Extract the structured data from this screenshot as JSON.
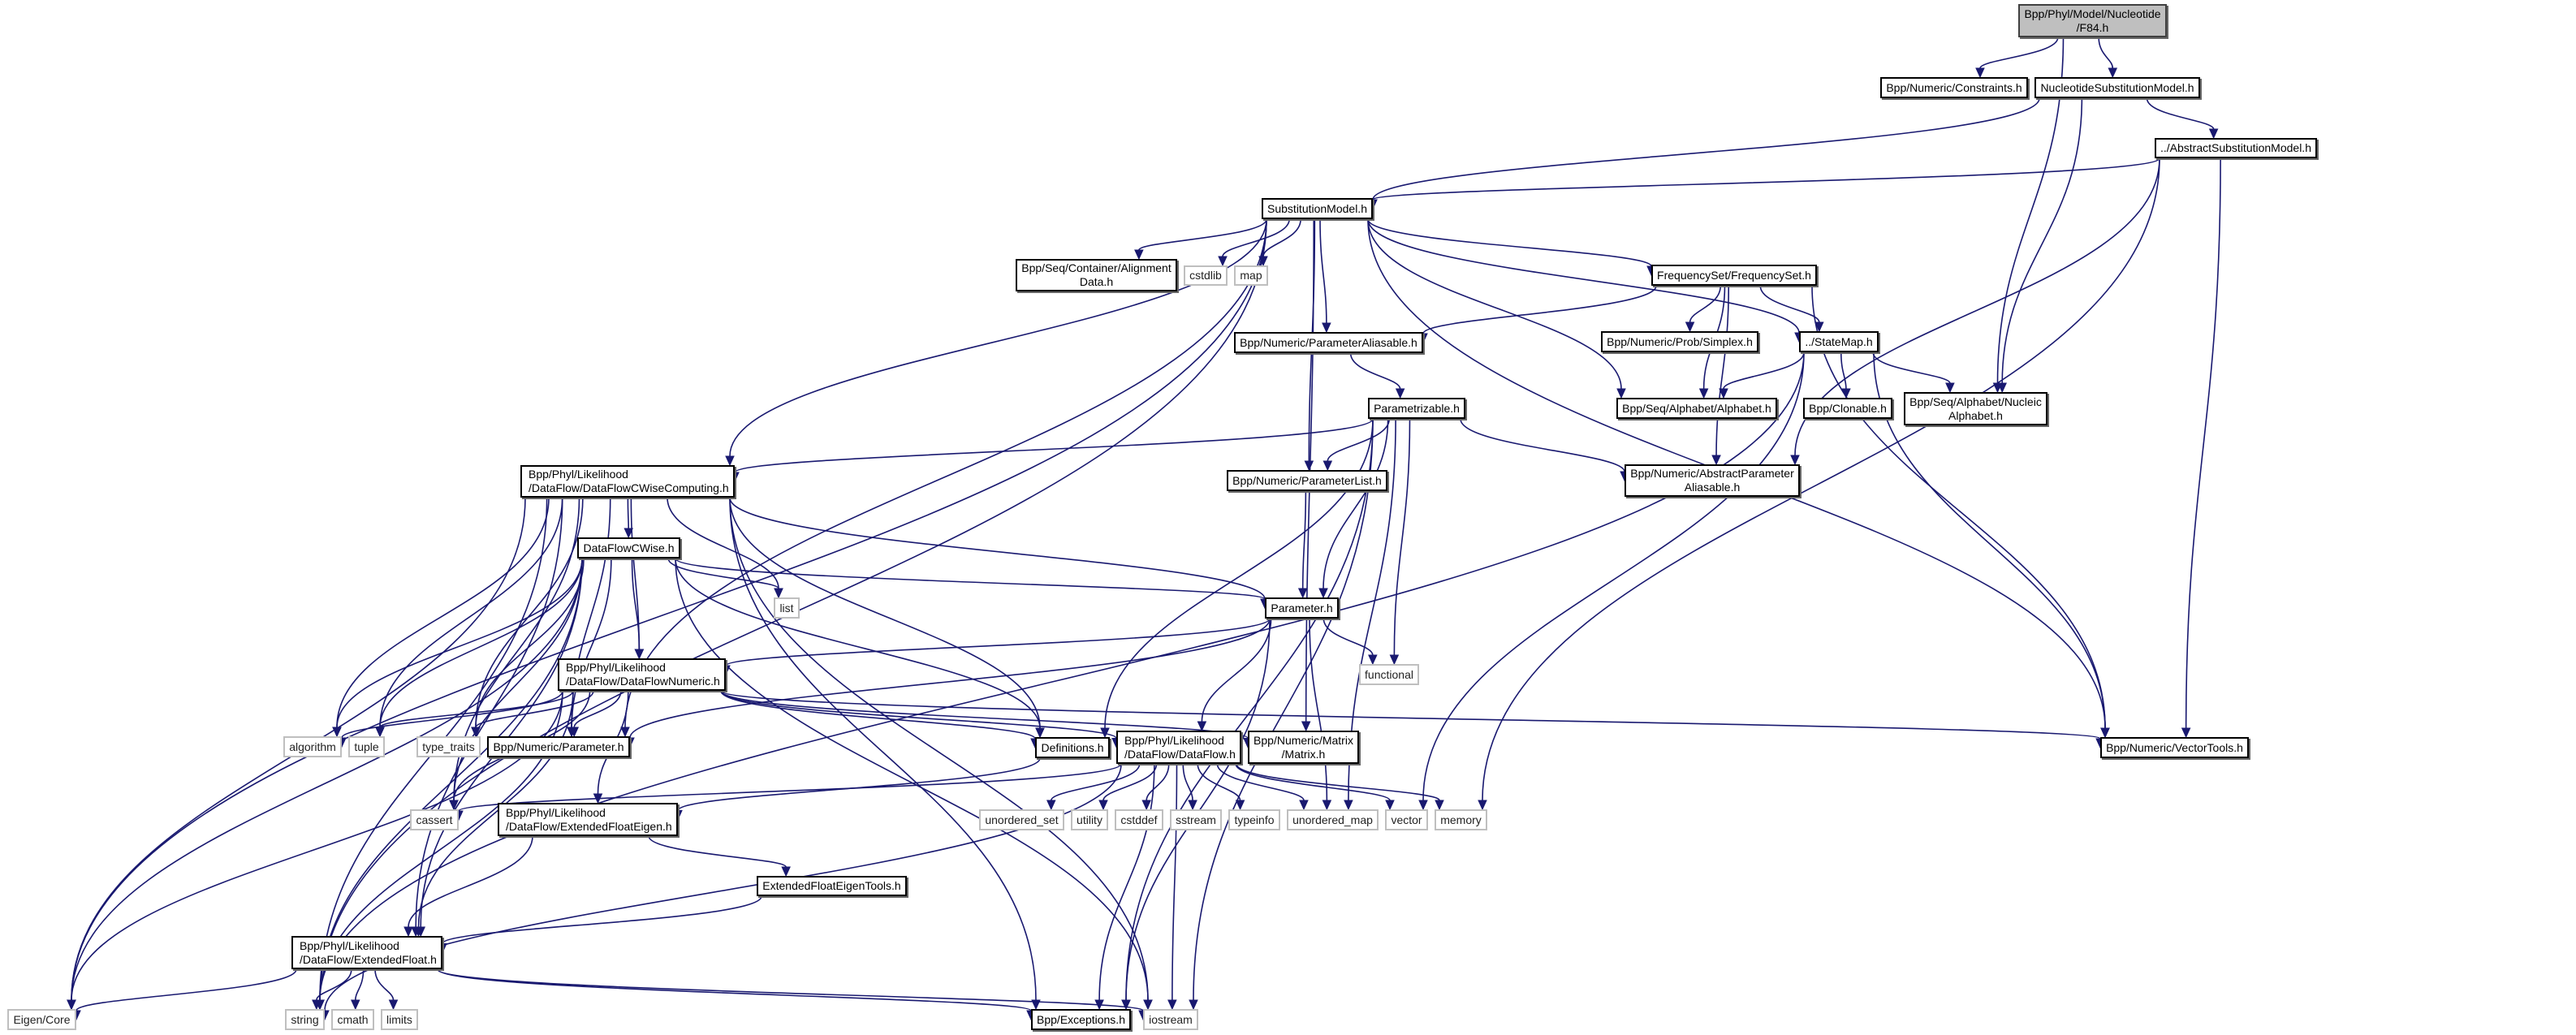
{
  "title": "Include dependency graph for F84.h",
  "colors": {
    "edge": "#191970",
    "root_fill": "#bfbfbf",
    "node_border": "#000000",
    "system_border": "#bfbfbf"
  },
  "nodes": [
    {
      "id": "f84",
      "label": "Bpp/Phyl/Model/Nucleotide\n/F84.h",
      "kind": "root"
    },
    {
      "id": "constraints",
      "label": "Bpp/Numeric/Constraints.h",
      "kind": "doc"
    },
    {
      "id": "nucsubmodel",
      "label": "NucleotideSubstitutionModel.h",
      "kind": "doc"
    },
    {
      "id": "abssubmodel",
      "label": "../AbstractSubstitutionModel.h",
      "kind": "doc"
    },
    {
      "id": "submodel",
      "label": "SubstitutionModel.h",
      "kind": "doc"
    },
    {
      "id": "aligndata",
      "label": "Bpp/Seq/Container/Alignment\nData.h",
      "kind": "doc"
    },
    {
      "id": "cstdlib",
      "label": "cstdlib",
      "kind": "sys"
    },
    {
      "id": "map",
      "label": "map",
      "kind": "sys"
    },
    {
      "id": "freqset",
      "label": "FrequencySet/FrequencySet.h",
      "kind": "doc"
    },
    {
      "id": "paramaliasable",
      "label": "Bpp/Numeric/ParameterAliasable.h",
      "kind": "doc"
    },
    {
      "id": "simplex",
      "label": "Bpp/Numeric/Prob/Simplex.h",
      "kind": "doc"
    },
    {
      "id": "statemap",
      "label": "../StateMap.h",
      "kind": "doc"
    },
    {
      "id": "alphabet",
      "label": "Bpp/Seq/Alphabet/Alphabet.h",
      "kind": "doc"
    },
    {
      "id": "clonable",
      "label": "Bpp/Clonable.h",
      "kind": "doc"
    },
    {
      "id": "nucalphabet",
      "label": "Bpp/Seq/Alphabet/Nucleic\nAlphabet.h",
      "kind": "doc"
    },
    {
      "id": "parametrizable",
      "label": "Parametrizable.h",
      "kind": "doc"
    },
    {
      "id": "cwisecomputing",
      "label": "Bpp/Phyl/Likelihood\n/DataFlow/DataFlowCWiseComputing.h",
      "kind": "doc-left"
    },
    {
      "id": "paramlist",
      "label": "Bpp/Numeric/ParameterList.h",
      "kind": "doc"
    },
    {
      "id": "absparamaliasable",
      "label": "Bpp/Numeric/AbstractParameter\nAliasable.h",
      "kind": "doc"
    },
    {
      "id": "dfcwise",
      "label": "DataFlowCWise.h",
      "kind": "doc"
    },
    {
      "id": "list",
      "label": "list",
      "kind": "sys"
    },
    {
      "id": "parameterh",
      "label": "Parameter.h",
      "kind": "doc"
    },
    {
      "id": "functional",
      "label": "functional",
      "kind": "sys"
    },
    {
      "id": "dfnumeric",
      "label": "Bpp/Phyl/Likelihood\n/DataFlow/DataFlowNumeric.h",
      "kind": "doc-left"
    },
    {
      "id": "algorithm",
      "label": "algorithm",
      "kind": "sys"
    },
    {
      "id": "tuple",
      "label": "tuple",
      "kind": "sys"
    },
    {
      "id": "typetraits",
      "label": "type_traits",
      "kind": "sys"
    },
    {
      "id": "numparameter",
      "label": "Bpp/Numeric/Parameter.h",
      "kind": "doc"
    },
    {
      "id": "definitions",
      "label": "Definitions.h",
      "kind": "doc"
    },
    {
      "id": "dataflow",
      "label": "Bpp/Phyl/Likelihood\n/DataFlow/DataFlow.h",
      "kind": "doc-left"
    },
    {
      "id": "matrix",
      "label": "Bpp/Numeric/Matrix\n/Matrix.h",
      "kind": "doc"
    },
    {
      "id": "vectortools",
      "label": "Bpp/Numeric/VectorTools.h",
      "kind": "doc"
    },
    {
      "id": "cassert",
      "label": "cassert",
      "kind": "sys"
    },
    {
      "id": "efeigen",
      "label": "Bpp/Phyl/Likelihood\n/DataFlow/ExtendedFloatEigen.h",
      "kind": "doc-left"
    },
    {
      "id": "unorderedset",
      "label": "unordered_set",
      "kind": "sys"
    },
    {
      "id": "utility",
      "label": "utility",
      "kind": "sys"
    },
    {
      "id": "cstddef",
      "label": "cstddef",
      "kind": "sys"
    },
    {
      "id": "sstream",
      "label": "sstream",
      "kind": "sys"
    },
    {
      "id": "typeinfo",
      "label": "typeinfo",
      "kind": "sys"
    },
    {
      "id": "unorderedmap",
      "label": "unordered_map",
      "kind": "sys"
    },
    {
      "id": "vector",
      "label": "vector",
      "kind": "sys"
    },
    {
      "id": "memory",
      "label": "memory",
      "kind": "sys"
    },
    {
      "id": "efeigentools",
      "label": "ExtendedFloatEigenTools.h",
      "kind": "doc"
    },
    {
      "id": "extfloat",
      "label": "Bpp/Phyl/Likelihood\n/DataFlow/ExtendedFloat.h",
      "kind": "doc-left"
    },
    {
      "id": "eigencore",
      "label": "Eigen/Core",
      "kind": "sys"
    },
    {
      "id": "string",
      "label": "string",
      "kind": "sys"
    },
    {
      "id": "cmath",
      "label": "cmath",
      "kind": "sys"
    },
    {
      "id": "limits",
      "label": "limits",
      "kind": "sys"
    },
    {
      "id": "exceptions",
      "label": "Bpp/Exceptions.h",
      "kind": "doc"
    },
    {
      "id": "iostream",
      "label": "iostream",
      "kind": "sys"
    }
  ],
  "edges": [
    [
      "f84",
      "constraints"
    ],
    [
      "f84",
      "nucsubmodel"
    ],
    [
      "f84",
      "nucalphabet"
    ],
    [
      "nucsubmodel",
      "submodel"
    ],
    [
      "nucsubmodel",
      "abssubmodel"
    ],
    [
      "nucsubmodel",
      "nucalphabet"
    ],
    [
      "abssubmodel",
      "submodel"
    ],
    [
      "abssubmodel",
      "absparamaliasable"
    ],
    [
      "abssubmodel",
      "vectortools"
    ],
    [
      "abssubmodel",
      "memory"
    ],
    [
      "submodel",
      "aligndata"
    ],
    [
      "submodel",
      "cstdlib"
    ],
    [
      "submodel",
      "map"
    ],
    [
      "submodel",
      "freqset"
    ],
    [
      "submodel",
      "paramaliasable"
    ],
    [
      "submodel",
      "statemap"
    ],
    [
      "submodel",
      "alphabet"
    ],
    [
      "submodel",
      "paramlist"
    ],
    [
      "submodel",
      "matrix"
    ],
    [
      "submodel",
      "vectortools"
    ],
    [
      "submodel",
      "numparameter"
    ],
    [
      "submodel",
      "eigencore"
    ],
    [
      "submodel",
      "string"
    ],
    [
      "submodel",
      "cwisecomputing"
    ],
    [
      "freqset",
      "paramaliasable"
    ],
    [
      "freqset",
      "simplex"
    ],
    [
      "freqset",
      "statemap"
    ],
    [
      "freqset",
      "alphabet"
    ],
    [
      "freqset",
      "absparamaliasable"
    ],
    [
      "freqset",
      "vectortools"
    ],
    [
      "paramaliasable",
      "parametrizable"
    ],
    [
      "statemap",
      "alphabet"
    ],
    [
      "statemap",
      "clonable"
    ],
    [
      "statemap",
      "nucalphabet"
    ],
    [
      "statemap",
      "vectortools"
    ],
    [
      "statemap",
      "vector"
    ],
    [
      "statemap",
      "string"
    ],
    [
      "parametrizable",
      "cwisecomputing"
    ],
    [
      "parametrizable",
      "paramlist"
    ],
    [
      "parametrizable",
      "absparamaliasable"
    ],
    [
      "parametrizable",
      "parameterh"
    ],
    [
      "parametrizable",
      "functional"
    ],
    [
      "parametrizable",
      "definitions"
    ],
    [
      "parametrizable",
      "unorderedmap"
    ],
    [
      "parametrizable",
      "exceptions"
    ],
    [
      "parametrizable",
      "iostream"
    ],
    [
      "paramlist",
      "parameterh"
    ],
    [
      "cwisecomputing",
      "dfcwise"
    ],
    [
      "cwisecomputing",
      "list"
    ],
    [
      "cwisecomputing",
      "parameterh"
    ],
    [
      "cwisecomputing",
      "dfnumeric"
    ],
    [
      "cwisecomputing",
      "definitions"
    ],
    [
      "cwisecomputing",
      "algorithm"
    ],
    [
      "cwisecomputing",
      "tuple"
    ],
    [
      "cwisecomputing",
      "typetraits"
    ],
    [
      "cwisecomputing",
      "numparameter"
    ],
    [
      "cwisecomputing",
      "cassert"
    ],
    [
      "cwisecomputing",
      "eigencore"
    ],
    [
      "cwisecomputing",
      "string"
    ],
    [
      "cwisecomputing",
      "extfloat"
    ],
    [
      "cwisecomputing",
      "iostream"
    ],
    [
      "cwisecomputing",
      "exceptions"
    ],
    [
      "dfcwise",
      "list"
    ],
    [
      "dfcwise",
      "parameterh"
    ],
    [
      "dfcwise",
      "dfnumeric"
    ],
    [
      "dfcwise",
      "definitions"
    ],
    [
      "dfcwise",
      "algorithm"
    ],
    [
      "dfcwise",
      "tuple"
    ],
    [
      "dfcwise",
      "typetraits"
    ],
    [
      "dfcwise",
      "numparameter"
    ],
    [
      "dfcwise",
      "cassert"
    ],
    [
      "dfcwise",
      "eigencore"
    ],
    [
      "dfcwise",
      "string"
    ],
    [
      "dfcwise",
      "extfloat"
    ],
    [
      "dfcwise",
      "iostream"
    ],
    [
      "parameterh",
      "dfnumeric"
    ],
    [
      "parameterh",
      "numparameter"
    ],
    [
      "parameterh",
      "dataflow"
    ],
    [
      "parameterh",
      "functional"
    ],
    [
      "parameterh",
      "exceptions"
    ],
    [
      "parameterh",
      "unorderedmap"
    ],
    [
      "dfnumeric",
      "algorithm"
    ],
    [
      "dfnumeric",
      "tuple"
    ],
    [
      "dfnumeric",
      "typetraits"
    ],
    [
      "dfnumeric",
      "numparameter"
    ],
    [
      "dfnumeric",
      "definitions"
    ],
    [
      "dfnumeric",
      "dataflow"
    ],
    [
      "dfnumeric",
      "matrix"
    ],
    [
      "dfnumeric",
      "vectortools"
    ],
    [
      "dfnumeric",
      "cassert"
    ],
    [
      "dfnumeric",
      "efeigen"
    ],
    [
      "dfnumeric",
      "extfloat"
    ],
    [
      "dfnumeric",
      "eigencore"
    ],
    [
      "dfnumeric",
      "string"
    ],
    [
      "definitions",
      "efeigen"
    ],
    [
      "dataflow",
      "cassert"
    ],
    [
      "dataflow",
      "unorderedset"
    ],
    [
      "dataflow",
      "utility"
    ],
    [
      "dataflow",
      "cstddef"
    ],
    [
      "dataflow",
      "sstream"
    ],
    [
      "dataflow",
      "typeinfo"
    ],
    [
      "dataflow",
      "unorderedmap"
    ],
    [
      "dataflow",
      "vector"
    ],
    [
      "dataflow",
      "memory"
    ],
    [
      "dataflow",
      "exceptions"
    ],
    [
      "dataflow",
      "string"
    ],
    [
      "dataflow",
      "iostream"
    ],
    [
      "efeigen",
      "efeigentools"
    ],
    [
      "efeigen",
      "extfloat"
    ],
    [
      "efeigentools",
      "extfloat"
    ],
    [
      "extfloat",
      "eigencore"
    ],
    [
      "extfloat",
      "string"
    ],
    [
      "extfloat",
      "cmath"
    ],
    [
      "extfloat",
      "limits"
    ],
    [
      "extfloat",
      "exceptions"
    ],
    [
      "extfloat",
      "iostream"
    ]
  ]
}
